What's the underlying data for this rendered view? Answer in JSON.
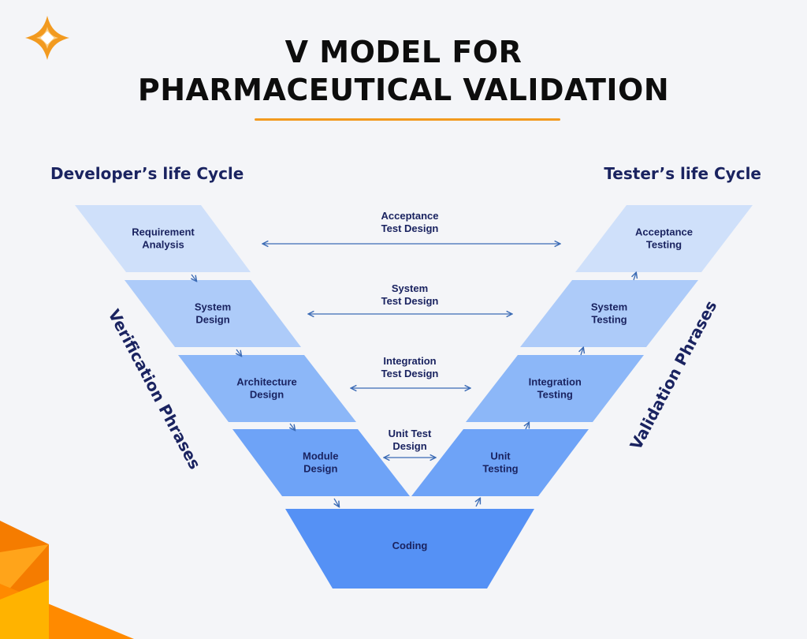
{
  "title_lines": [
    "V MODEL FOR",
    "PHARMACEUTICAL VALIDATION"
  ],
  "developer_cycle_label": "Developer’s life Cycle",
  "tester_cycle_label": "Tester’s life Cycle",
  "verification_label": "Verification Phrases",
  "validation_label": "Validation Phrases",
  "colors": {
    "accent_orange": "#f29a1f",
    "accent_orange_dark": "#f57c00",
    "navy_text": "#1a2360",
    "arrow_blue": "#3b6bb5",
    "level_fills": [
      "#cfe0fa",
      "#adcbf9",
      "#8cb7f8",
      "#6ea3f7",
      "#5591f5"
    ]
  },
  "left_phases": [
    {
      "lines": [
        "Requirement",
        "Analysis"
      ]
    },
    {
      "lines": [
        "System",
        "Design"
      ]
    },
    {
      "lines": [
        "Architecture",
        "Design"
      ]
    },
    {
      "lines": [
        "Module",
        "Design"
      ]
    }
  ],
  "right_phases": [
    {
      "lines": [
        "Acceptance",
        "Testing"
      ]
    },
    {
      "lines": [
        "System",
        "Testing"
      ]
    },
    {
      "lines": [
        "Integration",
        "Testing"
      ]
    },
    {
      "lines": [
        "Unit",
        "Testing"
      ]
    }
  ],
  "bottom_phase": {
    "lines": [
      "Coding"
    ]
  },
  "test_designs": [
    {
      "lines": [
        "Acceptance",
        "Test Design"
      ]
    },
    {
      "lines": [
        "System",
        "Test Design"
      ]
    },
    {
      "lines": [
        "Integration",
        "Test Design"
      ]
    },
    {
      "lines": [
        "Unit Test",
        "Design"
      ]
    }
  ]
}
